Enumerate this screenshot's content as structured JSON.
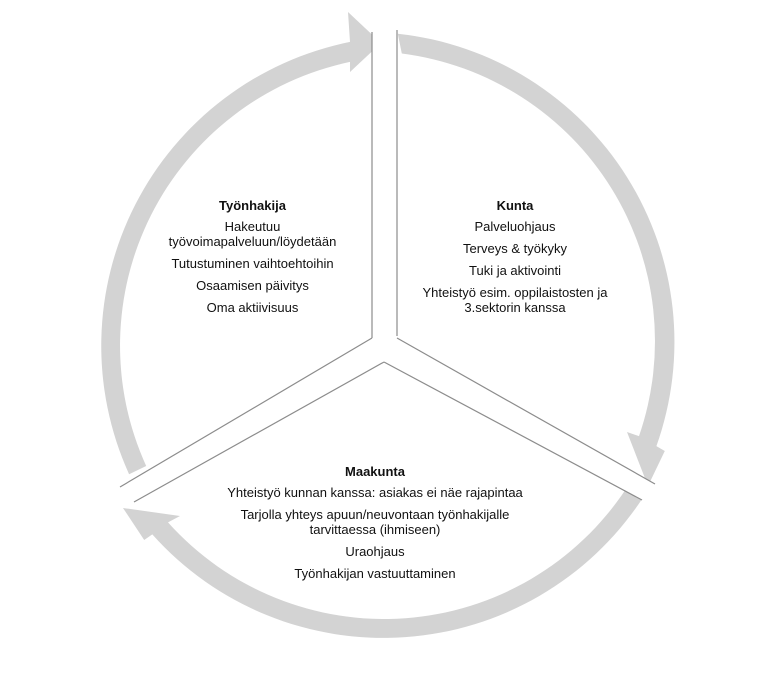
{
  "sectors": [
    {
      "title": "Työnhakija",
      "items": [
        "Hakeutuu työvoimapalveluun/löydetään",
        "Tutustuminen vaihtoehtoihin",
        "Osaamisen päivitys",
        "Oma aktiivisuus"
      ]
    },
    {
      "title": "Kunta",
      "items": [
        "Palveluohjaus",
        "Terveys & työkyky",
        "Tuki ja aktivointi",
        "Yhteistyö esim. oppilaistosten ja 3.sektorin kanssa"
      ]
    },
    {
      "title": "Maakunta",
      "items": [
        "Yhteistyö kunnan kanssa: asiakas ei näe rajapintaa",
        "Tarjolla yhteys apuun/neuvontaan työnhakijalle tarvittaessa (ihmiseen)",
        "Uraohjaus",
        "Työnhakijan vastuuttaminen"
      ]
    }
  ],
  "colors": {
    "arrow": "#d3d3d3",
    "divider": "#8c8c8c",
    "text": "#111111"
  }
}
